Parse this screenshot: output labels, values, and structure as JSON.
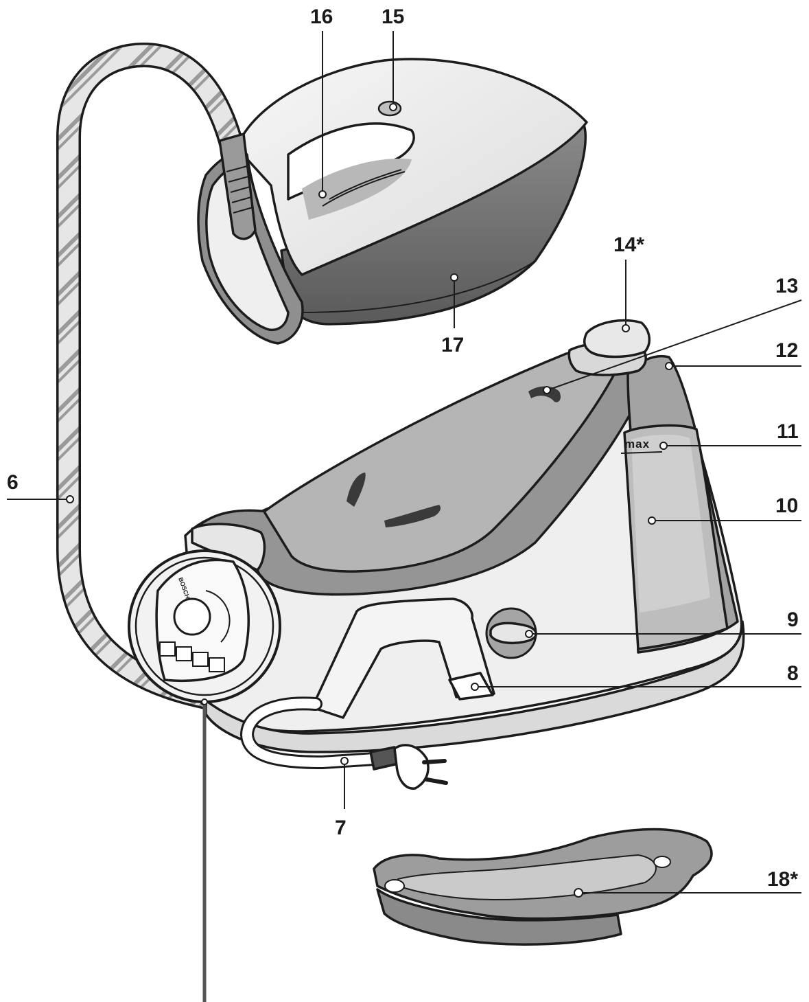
{
  "diagram": {
    "max_marking": "max",
    "brand_text": "BOSCH",
    "callouts": [
      {
        "id": "c6",
        "label": "6"
      },
      {
        "id": "c7",
        "label": "7"
      },
      {
        "id": "c8",
        "label": "8"
      },
      {
        "id": "c9",
        "label": "9"
      },
      {
        "id": "c10",
        "label": "10"
      },
      {
        "id": "c11",
        "label": "11"
      },
      {
        "id": "c12",
        "label": "12"
      },
      {
        "id": "c13",
        "label": "13"
      },
      {
        "id": "c14",
        "label": "14*"
      },
      {
        "id": "c15",
        "label": "15"
      },
      {
        "id": "c16",
        "label": "16"
      },
      {
        "id": "c17",
        "label": "17"
      },
      {
        "id": "c18",
        "label": "18*"
      }
    ]
  },
  "colors": {
    "outline": "#1c1c1c",
    "light_body": "#ebebeb",
    "mid_gray": "#a8a8a8",
    "dark_gray": "#6e6e6e",
    "water_tank": "#b9b9b9"
  },
  "icons": [
    "steam-iron",
    "steam-generator-base",
    "power-cord",
    "mains-plug",
    "control-dial",
    "water-tray"
  ]
}
